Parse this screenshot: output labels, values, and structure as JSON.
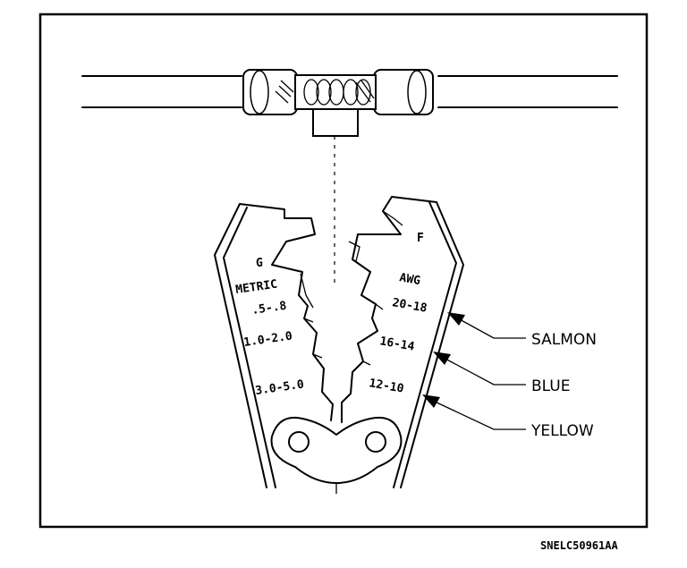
{
  "labels": {
    "die_g": "G",
    "die_f": "F",
    "metric": "METRIC",
    "awg": "AWG",
    "metric_sizes": [
      ".5-.8",
      "1.0-2.0",
      "3.0-5.0"
    ],
    "awg_sizes": [
      "20-18",
      "16-14",
      "12-10"
    ],
    "callouts": [
      "SALMON",
      "BLUE",
      "YELLOW"
    ]
  },
  "figure_ref": "SNELC50961AA"
}
